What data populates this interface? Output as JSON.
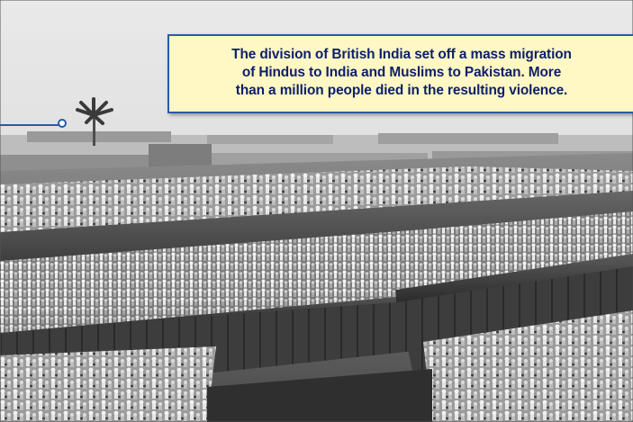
{
  "caption": {
    "text": "The division of British India set off a mass migration\nof Hindus to India and Muslims to Pakistan. More\nthan a million people died in the resulting violence."
  },
  "photo": {
    "icon": "train-crowd-photo",
    "tone": "grayscale"
  },
  "colors": {
    "callout_border": "#2a5aa6",
    "callout_fill": "#fff8c4",
    "callout_text": "#0c1f6b"
  }
}
